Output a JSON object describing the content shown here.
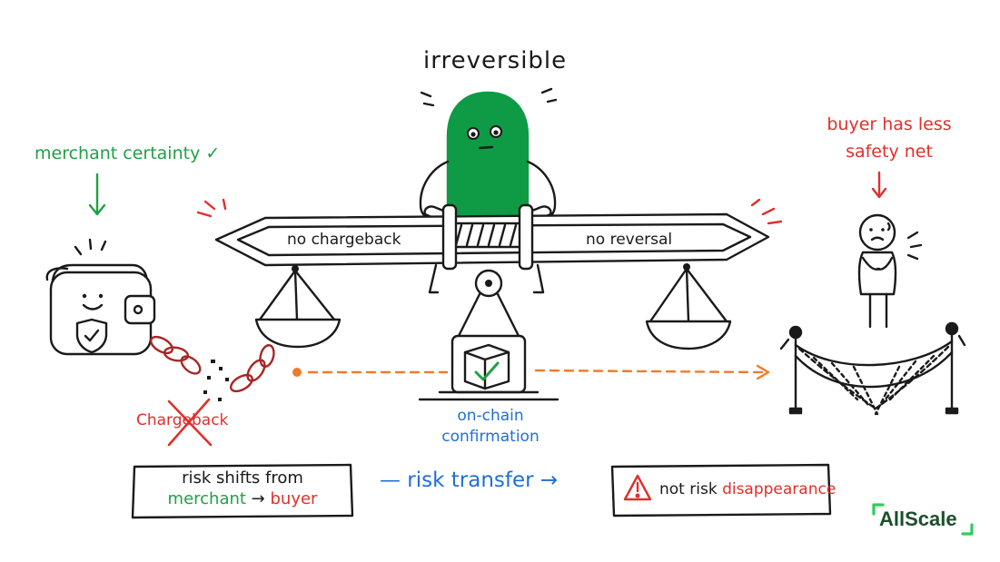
{
  "title": "irreversible",
  "merchant": {
    "label": "merchant certainty ✓"
  },
  "buyer": {
    "label": "buyer has less safety net"
  },
  "beam": {
    "left_label": "no chargeback",
    "right_label": "no reversal"
  },
  "chargeback": {
    "label": "Chargeback"
  },
  "confirmation": {
    "label": "on-chain confirmation"
  },
  "summary": {
    "shift_line1": "risk shifts from",
    "from": "merchant",
    "arrow": " → ",
    "to": "buyer",
    "transfer": "— risk transfer →",
    "not_prefix": "not risk ",
    "not_word": "disappearance"
  },
  "logo": {
    "text": "AllScale"
  },
  "colors": {
    "accent_green": "#21a044",
    "character_green": "#0f9a45",
    "alert_red": "#e0302a",
    "risk_blue": "#1f6fd6",
    "arrow_orange": "#f07a2a",
    "logo_green": "#1d4f2c",
    "logo_accent": "#2ecc5a"
  }
}
